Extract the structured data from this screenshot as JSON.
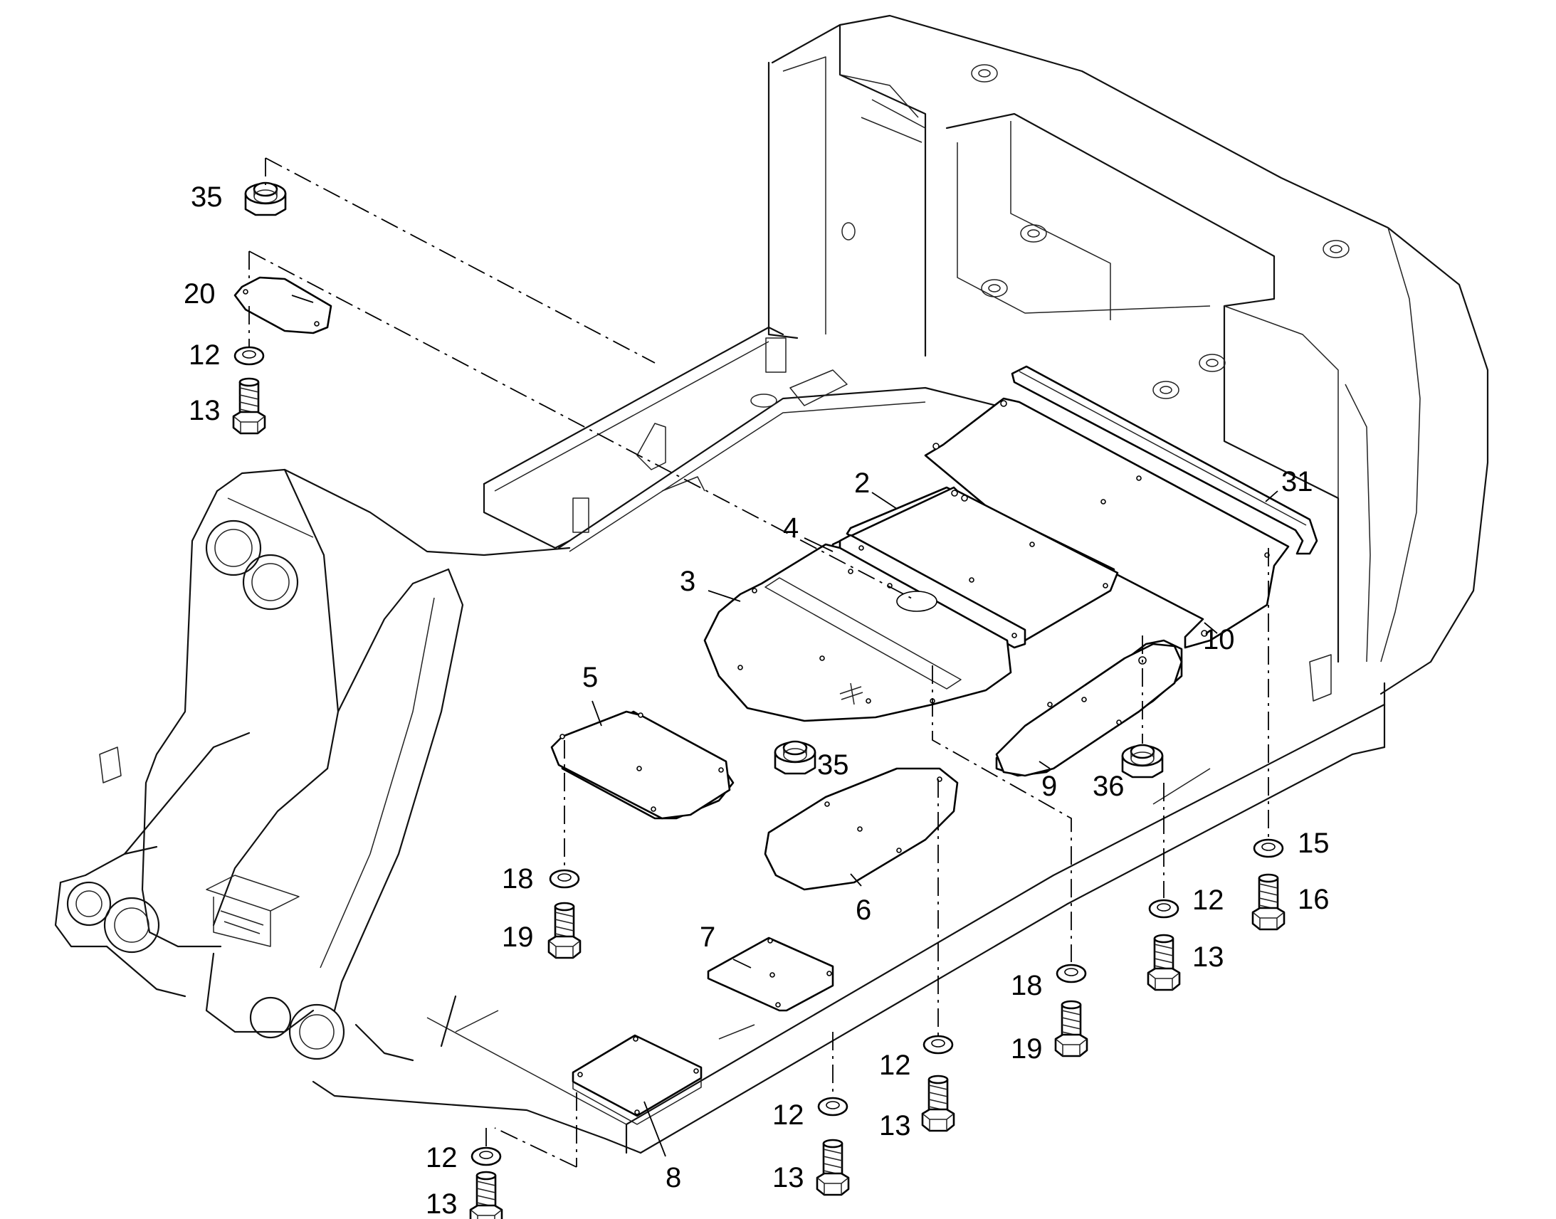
{
  "callouts": {
    "c2": "2",
    "c3": "3",
    "c4": "4",
    "c5": "5",
    "c6": "6",
    "c7": "7",
    "c8": "8",
    "c9": "9",
    "c10": "10",
    "c12a": "12",
    "c13a": "13",
    "c12b": "12",
    "c13b": "13",
    "c12c": "12",
    "c13c": "13",
    "c12d": "12",
    "c13d": "13",
    "c12e": "12",
    "c13e": "13",
    "c15": "15",
    "c16": "16",
    "c18a": "18",
    "c19a": "19",
    "c18b": "18",
    "c19b": "19",
    "c20": "20",
    "c31": "31",
    "c35a": "35",
    "c35b": "35",
    "c36": "36"
  }
}
